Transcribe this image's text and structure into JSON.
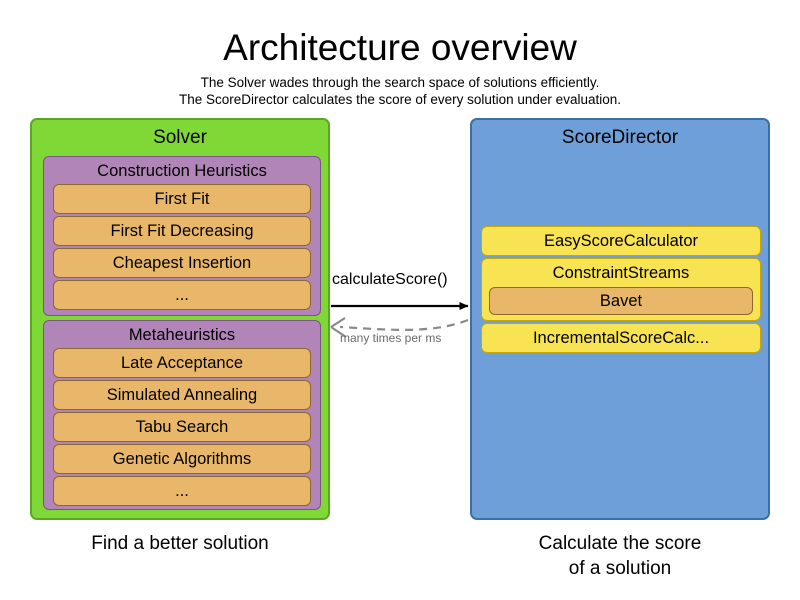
{
  "header": {
    "title": "Architecture overview",
    "subtitle_line_1": "The Solver wades through the search space of solutions efficiently.",
    "subtitle_line_2": "The ScoreDirector calculates the score of every solution under evaluation."
  },
  "colors": {
    "solver_panel": "#80d836",
    "solver_panel_border": "#5aa81f",
    "scoredirector_panel": "#6e9fd8",
    "scoredirector_panel_border": "#3c6fa8",
    "group_purple": "#b185b8",
    "group_purple_border": "#7b5486",
    "row_orange": "#e8b76a",
    "row_orange_border": "#8a6a2c",
    "card_yellow": "#f8e352",
    "card_yellow_border": "#c8a800",
    "arrow_solid": "#000000",
    "arrow_dashed": "#8a8a8a",
    "background": "#ffffff"
  },
  "solver": {
    "title": "Solver",
    "caption": "Find a better solution",
    "groups": [
      {
        "title": "Construction Heuristics",
        "items": [
          "First Fit",
          "First Fit Decreasing",
          "Cheapest Insertion",
          "..."
        ]
      },
      {
        "title": "Metaheuristics",
        "items": [
          "Late Acceptance",
          "Simulated Annealing",
          "Tabu Search",
          "Genetic Algorithms",
          "..."
        ]
      }
    ]
  },
  "score_director": {
    "title": "ScoreDirector",
    "caption_line_1": "Calculate the score",
    "caption_line_2": "of a solution",
    "cards": [
      {
        "label": "EasyScoreCalculator",
        "nested": null
      },
      {
        "label": "ConstraintStreams",
        "nested": "Bavet"
      },
      {
        "label": "IncrementalScoreCalc...",
        "nested": null
      }
    ]
  },
  "arrows": {
    "request_label": "calculateScore()",
    "response_label": "many times per ms"
  }
}
